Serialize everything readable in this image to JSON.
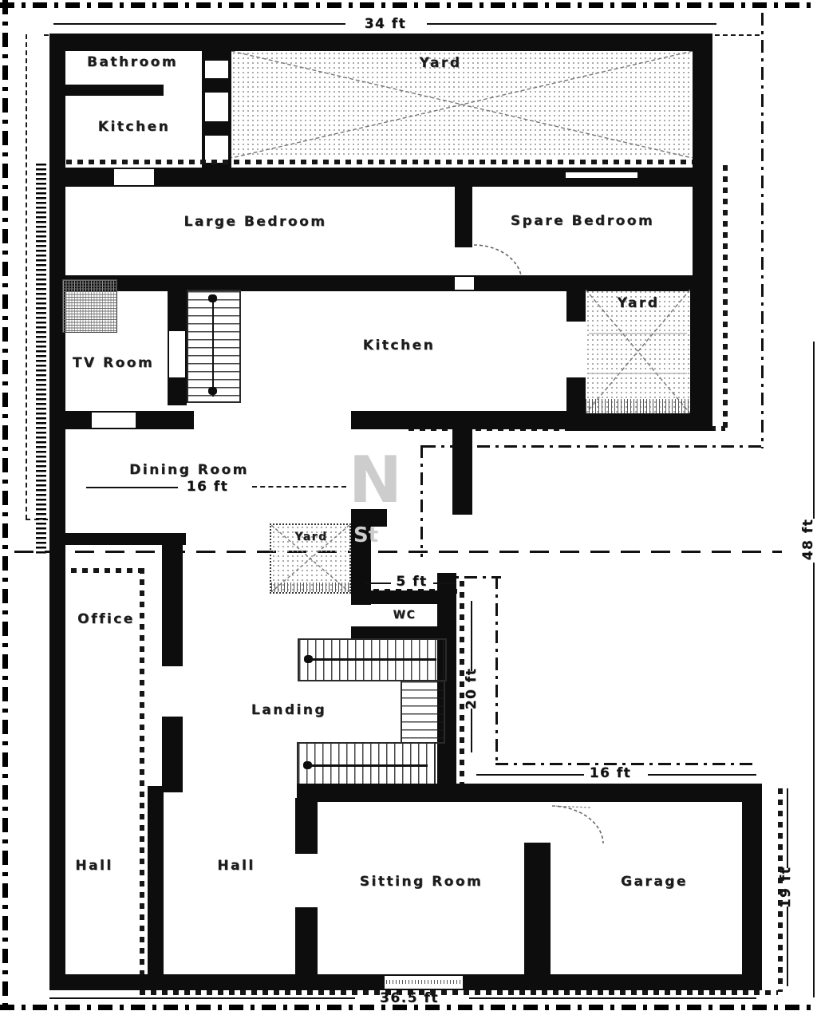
{
  "rooms": {
    "bathroom": "Bathroom",
    "kitchen_top": "Kitchen",
    "large_bedroom": "Large Bedroom",
    "spare_bedroom": "Spare Bedroom",
    "tv_room": "TV Room",
    "kitchen_main": "Kitchen",
    "dining_room": "Dining Room",
    "office": "Office",
    "wc": "WC",
    "landing": "Landing",
    "hall_left": "Hall",
    "hall_right": "Hall",
    "sitting_room": "Sitting Room",
    "garage": "Garage"
  },
  "yards": {
    "top": "Yard",
    "right": "Yard",
    "center": "Yard"
  },
  "dimensions": {
    "top_width": "34 ft",
    "dining_width": "16 ft",
    "wc_width": "5 ft",
    "court_height": "20 ft",
    "court_width": "16 ft",
    "right_height": "48 ft",
    "garage_height": "19 ft",
    "bottom_width": "36.5 ft"
  },
  "watermark": {
    "line1": "N",
    "line2": "St"
  },
  "colors": {
    "wall": "#0d0d0d",
    "text": "#1c1c1c",
    "stipple": "#8d8d8d",
    "line": "#111111",
    "watermark": "#cdcdcd"
  }
}
